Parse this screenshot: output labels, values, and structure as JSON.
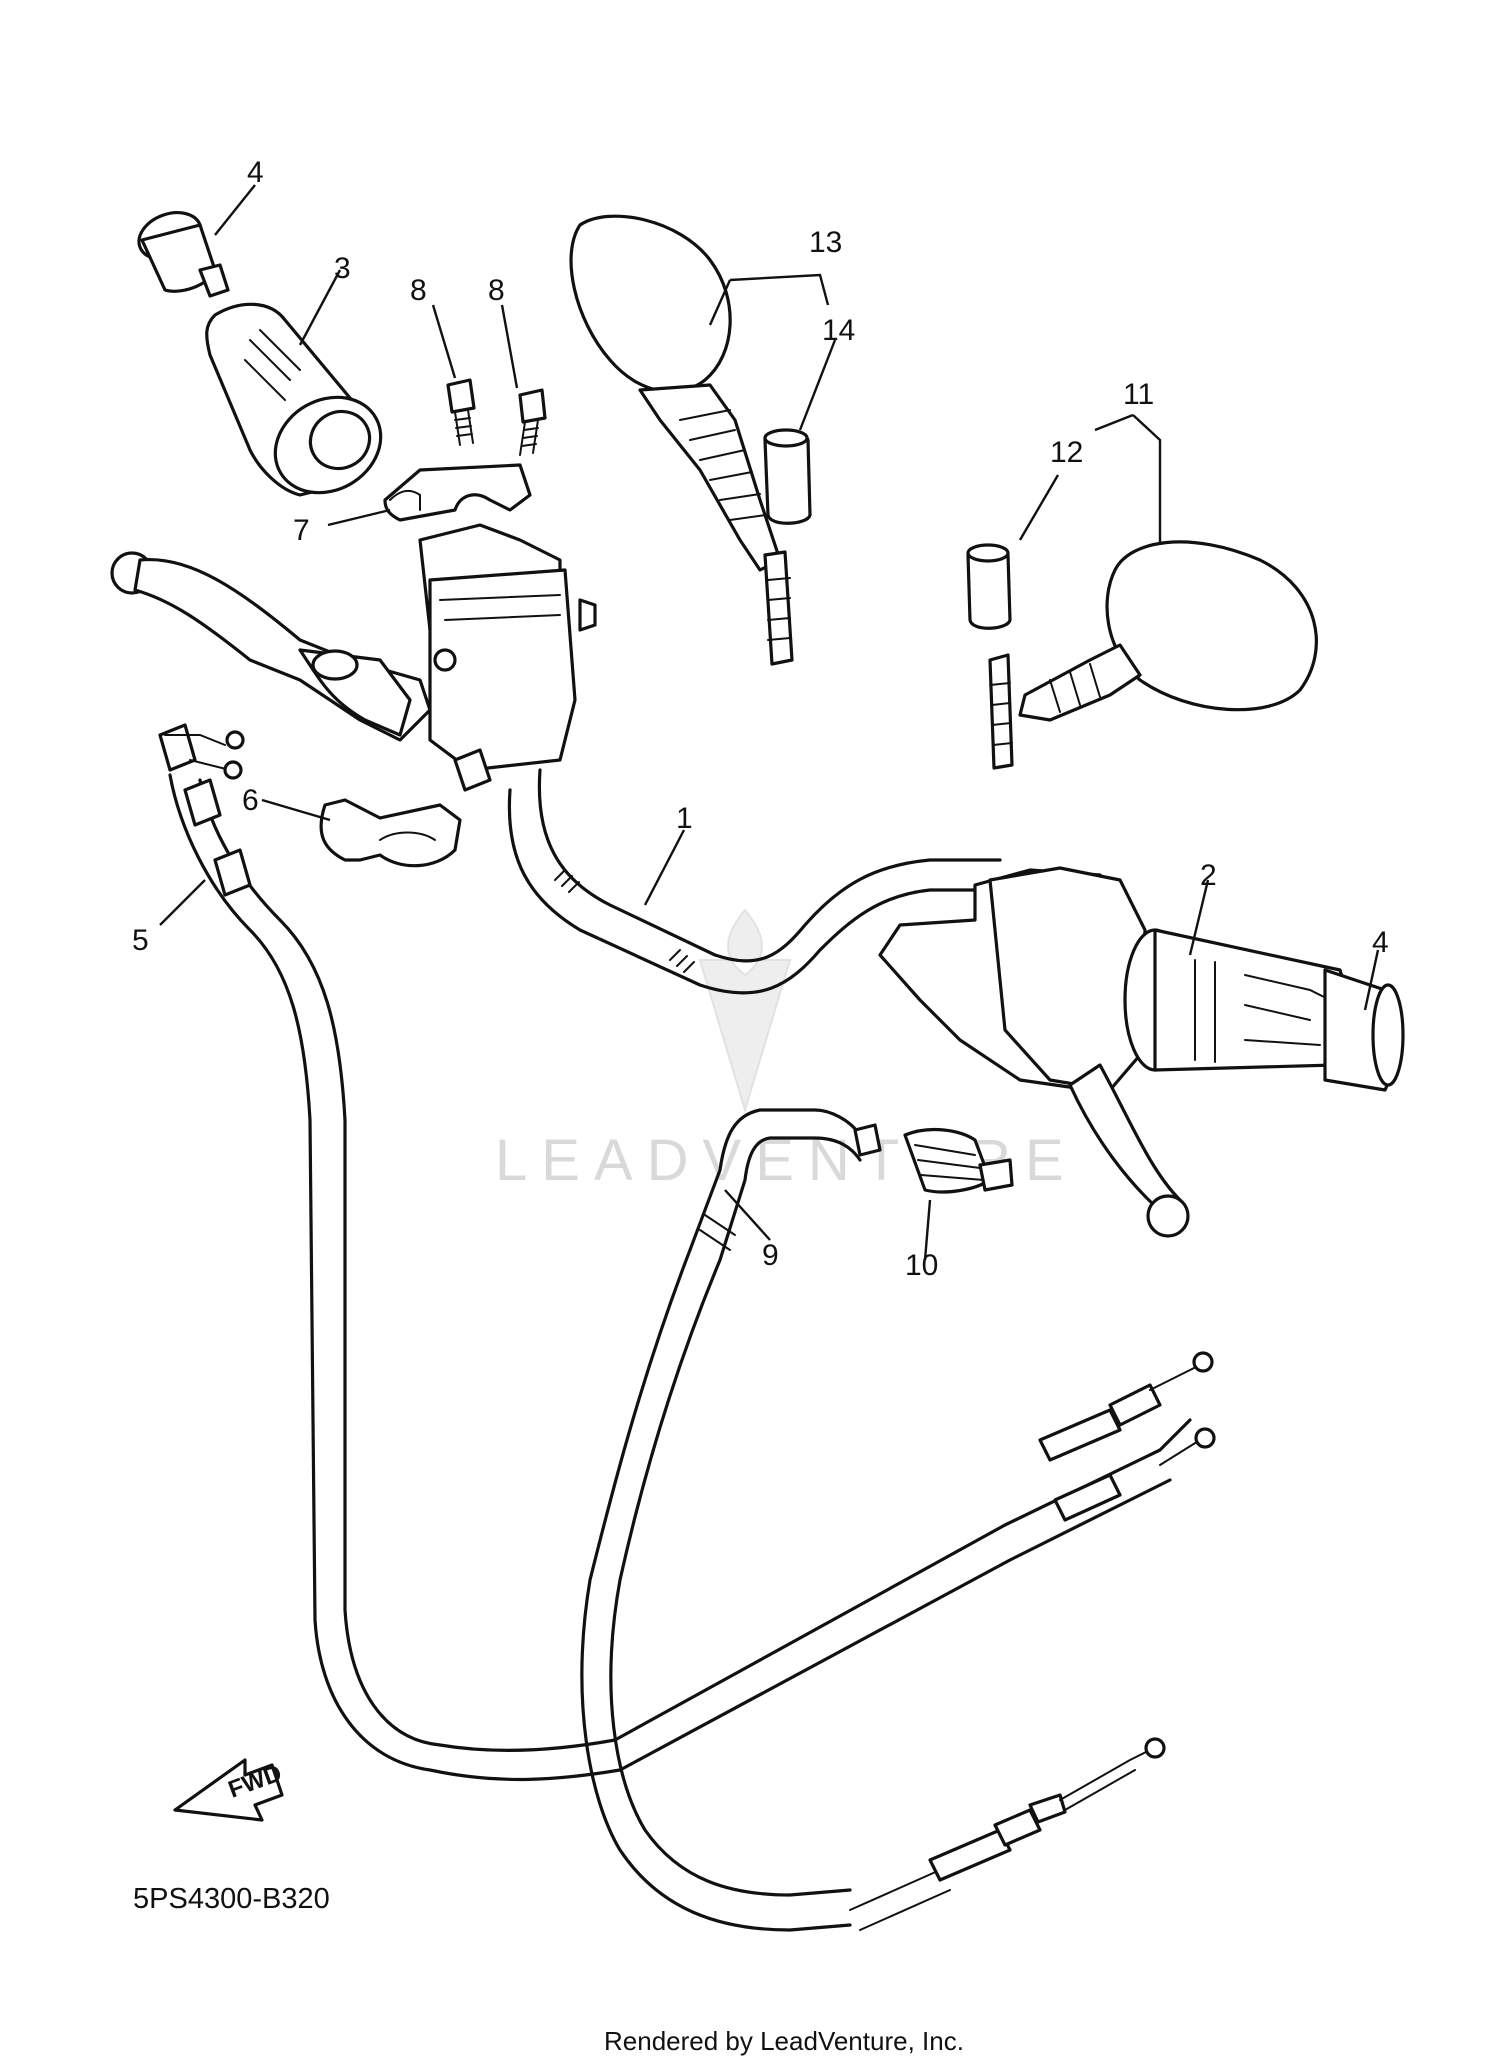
{
  "callouts": [
    "1",
    "2",
    "3",
    "4",
    "4",
    "5",
    "6",
    "7",
    "8",
    "8",
    "9",
    "10",
    "11",
    "12",
    "13",
    "14"
  ],
  "diagram_code": "5PS4300-B320",
  "fwd_label": "FWD",
  "footer_credit": "Rendered by LeadVenture, Inc.",
  "watermark": "LEADVENTURE",
  "colors": {
    "ink": "#111111",
    "paper": "#ffffff",
    "watermark": "#d9d9d9"
  }
}
